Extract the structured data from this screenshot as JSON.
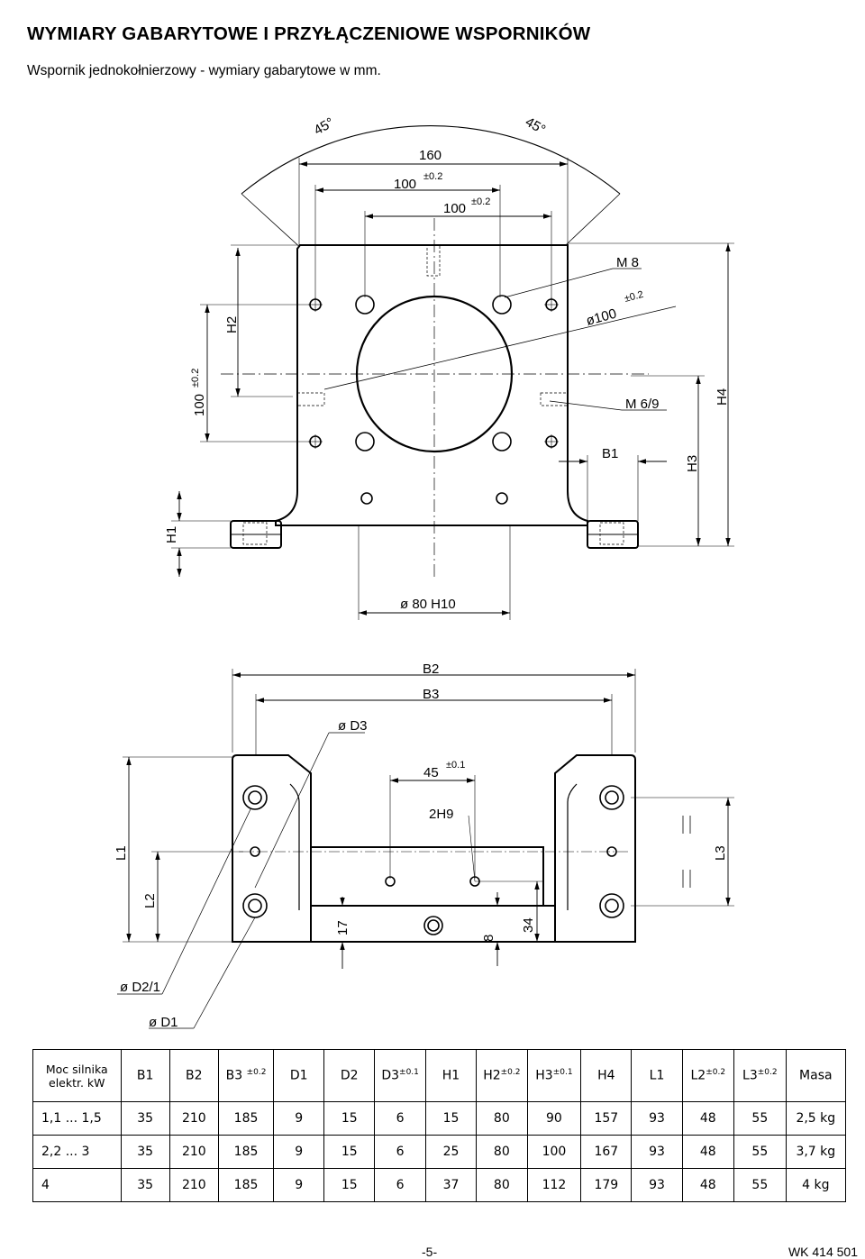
{
  "page": {
    "title": "WYMIARY GABARYTOWE I PRZYŁĄCZENIOWE WSPORNIKÓW",
    "subtitle": "Wspornik jednokołnierzowy - wymiary gabarytowe w mm.",
    "page_number": "-5-",
    "doc_code": "WK 414 501"
  },
  "drawing_top": {
    "angle_left": "45°",
    "angle_right": "45°",
    "dim_160": "160",
    "dim_100a": "100",
    "dim_100b": "100",
    "tol_02": "±0.2",
    "m8": "M 8",
    "phi100": "ø100",
    "m69": "M 6/9",
    "h2": "H2",
    "dim_100v": "100",
    "h4": "H4",
    "b1": "B1",
    "h3": "H3",
    "h1": "H1",
    "phi80": "ø 80 H10"
  },
  "drawing_bottom": {
    "b2": "B2",
    "b3": "B3",
    "d3": "ø D3",
    "dim_45": "45",
    "tol_01": "±0.1",
    "h9": "2H9",
    "l1": "L1",
    "l2": "L2",
    "l3": "L3",
    "dim_17": "17",
    "dim_8": "8",
    "dim_34": "34",
    "d21": "ø D2/1",
    "d1": "ø D1"
  },
  "table": {
    "header_first_line1": "Moc silnika",
    "header_first_line2": "elektr. kW",
    "headers": [
      {
        "label": "B1",
        "sup": ""
      },
      {
        "label": "B2",
        "sup": ""
      },
      {
        "label": "B3 ",
        "sup": "±0.2"
      },
      {
        "label": "D1",
        "sup": ""
      },
      {
        "label": "D2",
        "sup": ""
      },
      {
        "label": "D3",
        "sup": "±0.1"
      },
      {
        "label": "H1",
        "sup": ""
      },
      {
        "label": "H2",
        "sup": "±0.2"
      },
      {
        "label": "H3",
        "sup": "±0.1"
      },
      {
        "label": "H4",
        "sup": ""
      },
      {
        "label": "L1",
        "sup": ""
      },
      {
        "label": "L2",
        "sup": "±0.2"
      },
      {
        "label": "L3",
        "sup": "±0.2"
      },
      {
        "label": "Masa",
        "sup": ""
      }
    ],
    "rows": [
      [
        "1,1 ... 1,5",
        "35",
        "210",
        "185",
        "9",
        "15",
        "6",
        "15",
        "80",
        "90",
        "157",
        "93",
        "48",
        "55",
        "2,5 kg"
      ],
      [
        "2,2 ... 3",
        "35",
        "210",
        "185",
        "9",
        "15",
        "6",
        "25",
        "80",
        "100",
        "167",
        "93",
        "48",
        "55",
        "3,7 kg"
      ],
      [
        "4",
        "35",
        "210",
        "185",
        "9",
        "15",
        "6",
        "37",
        "80",
        "112",
        "179",
        "93",
        "48",
        "55",
        "4 kg"
      ]
    ]
  }
}
